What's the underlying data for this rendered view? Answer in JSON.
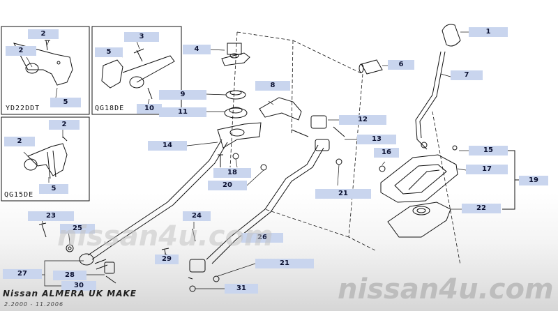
{
  "insets": {
    "yd22ddt": "YD22DDT",
    "qg18de": "QG18DE",
    "qg15de": "QG15DE"
  },
  "callouts": [
    {
      "id": "c1",
      "text": "1"
    },
    {
      "id": "c2a",
      "text": "2"
    },
    {
      "id": "c2b",
      "text": "2"
    },
    {
      "id": "c2c",
      "text": "2"
    },
    {
      "id": "c2d",
      "text": "2"
    },
    {
      "id": "c3",
      "text": "3"
    },
    {
      "id": "c4",
      "text": "4"
    },
    {
      "id": "c5a",
      "text": "5"
    },
    {
      "id": "c5b",
      "text": "5"
    },
    {
      "id": "c5c",
      "text": "5"
    },
    {
      "id": "c6",
      "text": "6"
    },
    {
      "id": "c7",
      "text": "7"
    },
    {
      "id": "c8",
      "text": "8"
    },
    {
      "id": "c9",
      "text": "9"
    },
    {
      "id": "c10",
      "text": "10"
    },
    {
      "id": "c11",
      "text": "11"
    },
    {
      "id": "c12",
      "text": "12"
    },
    {
      "id": "c13",
      "text": "13"
    },
    {
      "id": "c14",
      "text": "14"
    },
    {
      "id": "c15",
      "text": "15"
    },
    {
      "id": "c16",
      "text": "16"
    },
    {
      "id": "c17",
      "text": "17"
    },
    {
      "id": "c18",
      "text": "18"
    },
    {
      "id": "c19",
      "text": "19"
    },
    {
      "id": "c20",
      "text": "20"
    },
    {
      "id": "c21a",
      "text": "21"
    },
    {
      "id": "c21b",
      "text": "21"
    },
    {
      "id": "c22",
      "text": "22"
    },
    {
      "id": "c23",
      "text": "23"
    },
    {
      "id": "c24",
      "text": "24"
    },
    {
      "id": "c25",
      "text": "25"
    },
    {
      "id": "c26",
      "text": "26"
    },
    {
      "id": "c27",
      "text": "27"
    },
    {
      "id": "c28",
      "text": "28"
    },
    {
      "id": "c29",
      "text": "29"
    },
    {
      "id": "c30",
      "text": "30"
    },
    {
      "id": "c31",
      "text": "31"
    }
  ],
  "watermark": {
    "small": "nissan4u.com",
    "large": "nissan4u.com"
  },
  "footer": {
    "title": "Nissan ALMERA UK MAKE",
    "dates": "2.2000 - 11.2006"
  }
}
